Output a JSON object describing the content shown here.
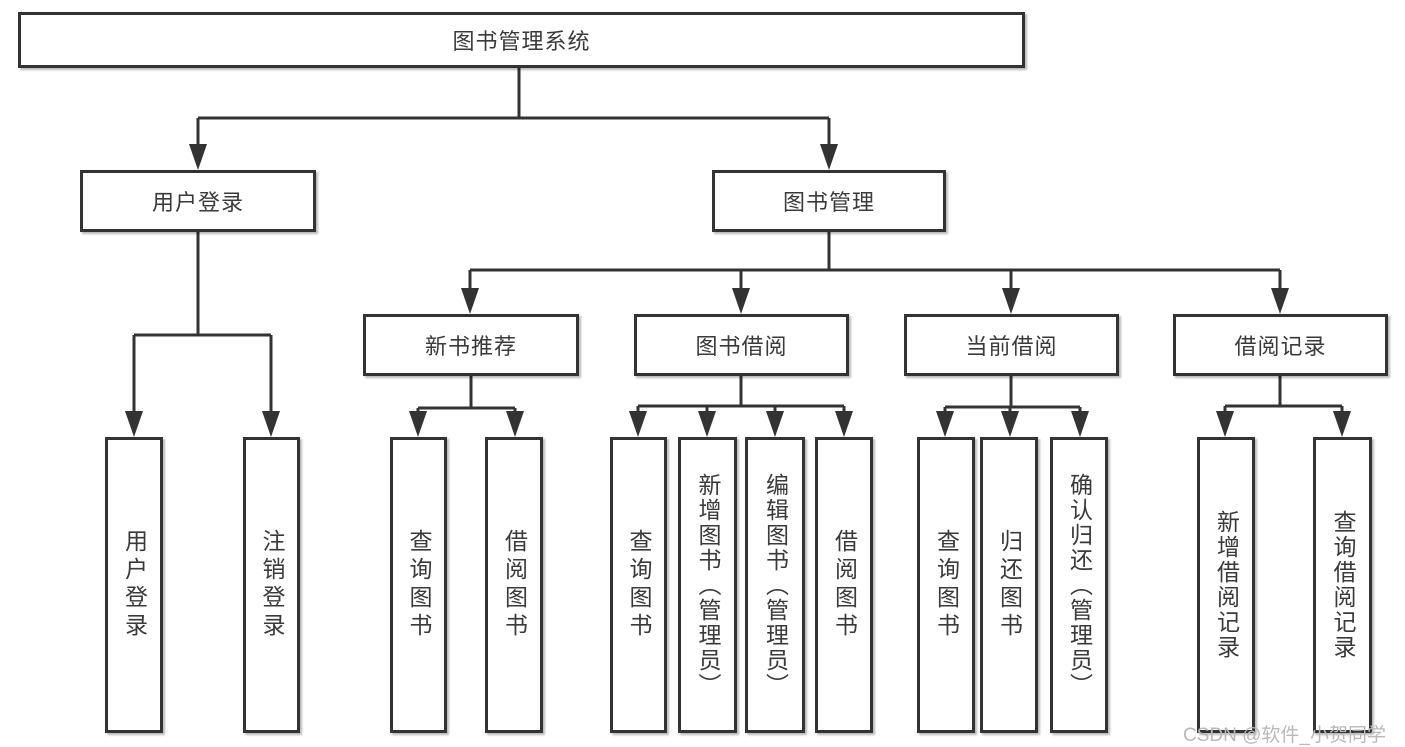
{
  "tree": {
    "label": "图书管理系统",
    "children": [
      {
        "label": "用户登录",
        "children": [
          {
            "label": "用户登录"
          },
          {
            "label": "注销登录"
          }
        ]
      },
      {
        "label": "图书管理",
        "children": [
          {
            "label": "新书推荐",
            "children": [
              {
                "label": "查询图书"
              },
              {
                "label": "借阅图书"
              }
            ]
          },
          {
            "label": "图书借阅",
            "children": [
              {
                "label": "查询图书"
              },
              {
                "label": "新增图书（管理员）"
              },
              {
                "label": "编辑图书（管理员）"
              },
              {
                "label": "借阅图书"
              }
            ]
          },
          {
            "label": "当前借阅",
            "children": [
              {
                "label": "查询图书"
              },
              {
                "label": "归还图书"
              },
              {
                "label": "确认归还（管理员）"
              }
            ]
          },
          {
            "label": "借阅记录",
            "children": [
              {
                "label": "新增借阅记录"
              },
              {
                "label": "查询借阅记录"
              }
            ]
          }
        ]
      }
    ]
  },
  "watermark": {
    "text": "CSDN @软件_小贺同学"
  },
  "colors": {
    "line": "#333333",
    "box_border": "#333333",
    "box_fill": "#ffffff",
    "text": "#3a3a3a",
    "watermark": "#b9b9b9"
  }
}
